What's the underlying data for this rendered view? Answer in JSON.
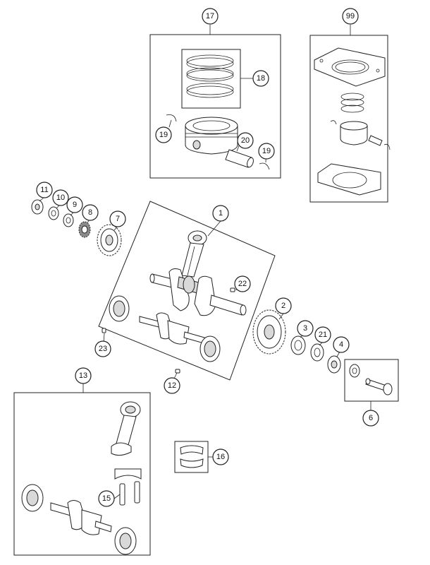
{
  "callouts": {
    "c1": "1",
    "c2": "2",
    "c3": "3",
    "c4": "4",
    "c6": "6",
    "c7": "7",
    "c8": "8",
    "c9": "9",
    "c10": "10",
    "c11": "11",
    "c12": "12",
    "c13": "13",
    "c15": "15",
    "c16": "16",
    "c17": "17",
    "c18": "18",
    "c19a": "19",
    "c19b": "19",
    "c20": "20",
    "c21": "21",
    "c22": "22",
    "c23": "23",
    "c99": "99"
  }
}
